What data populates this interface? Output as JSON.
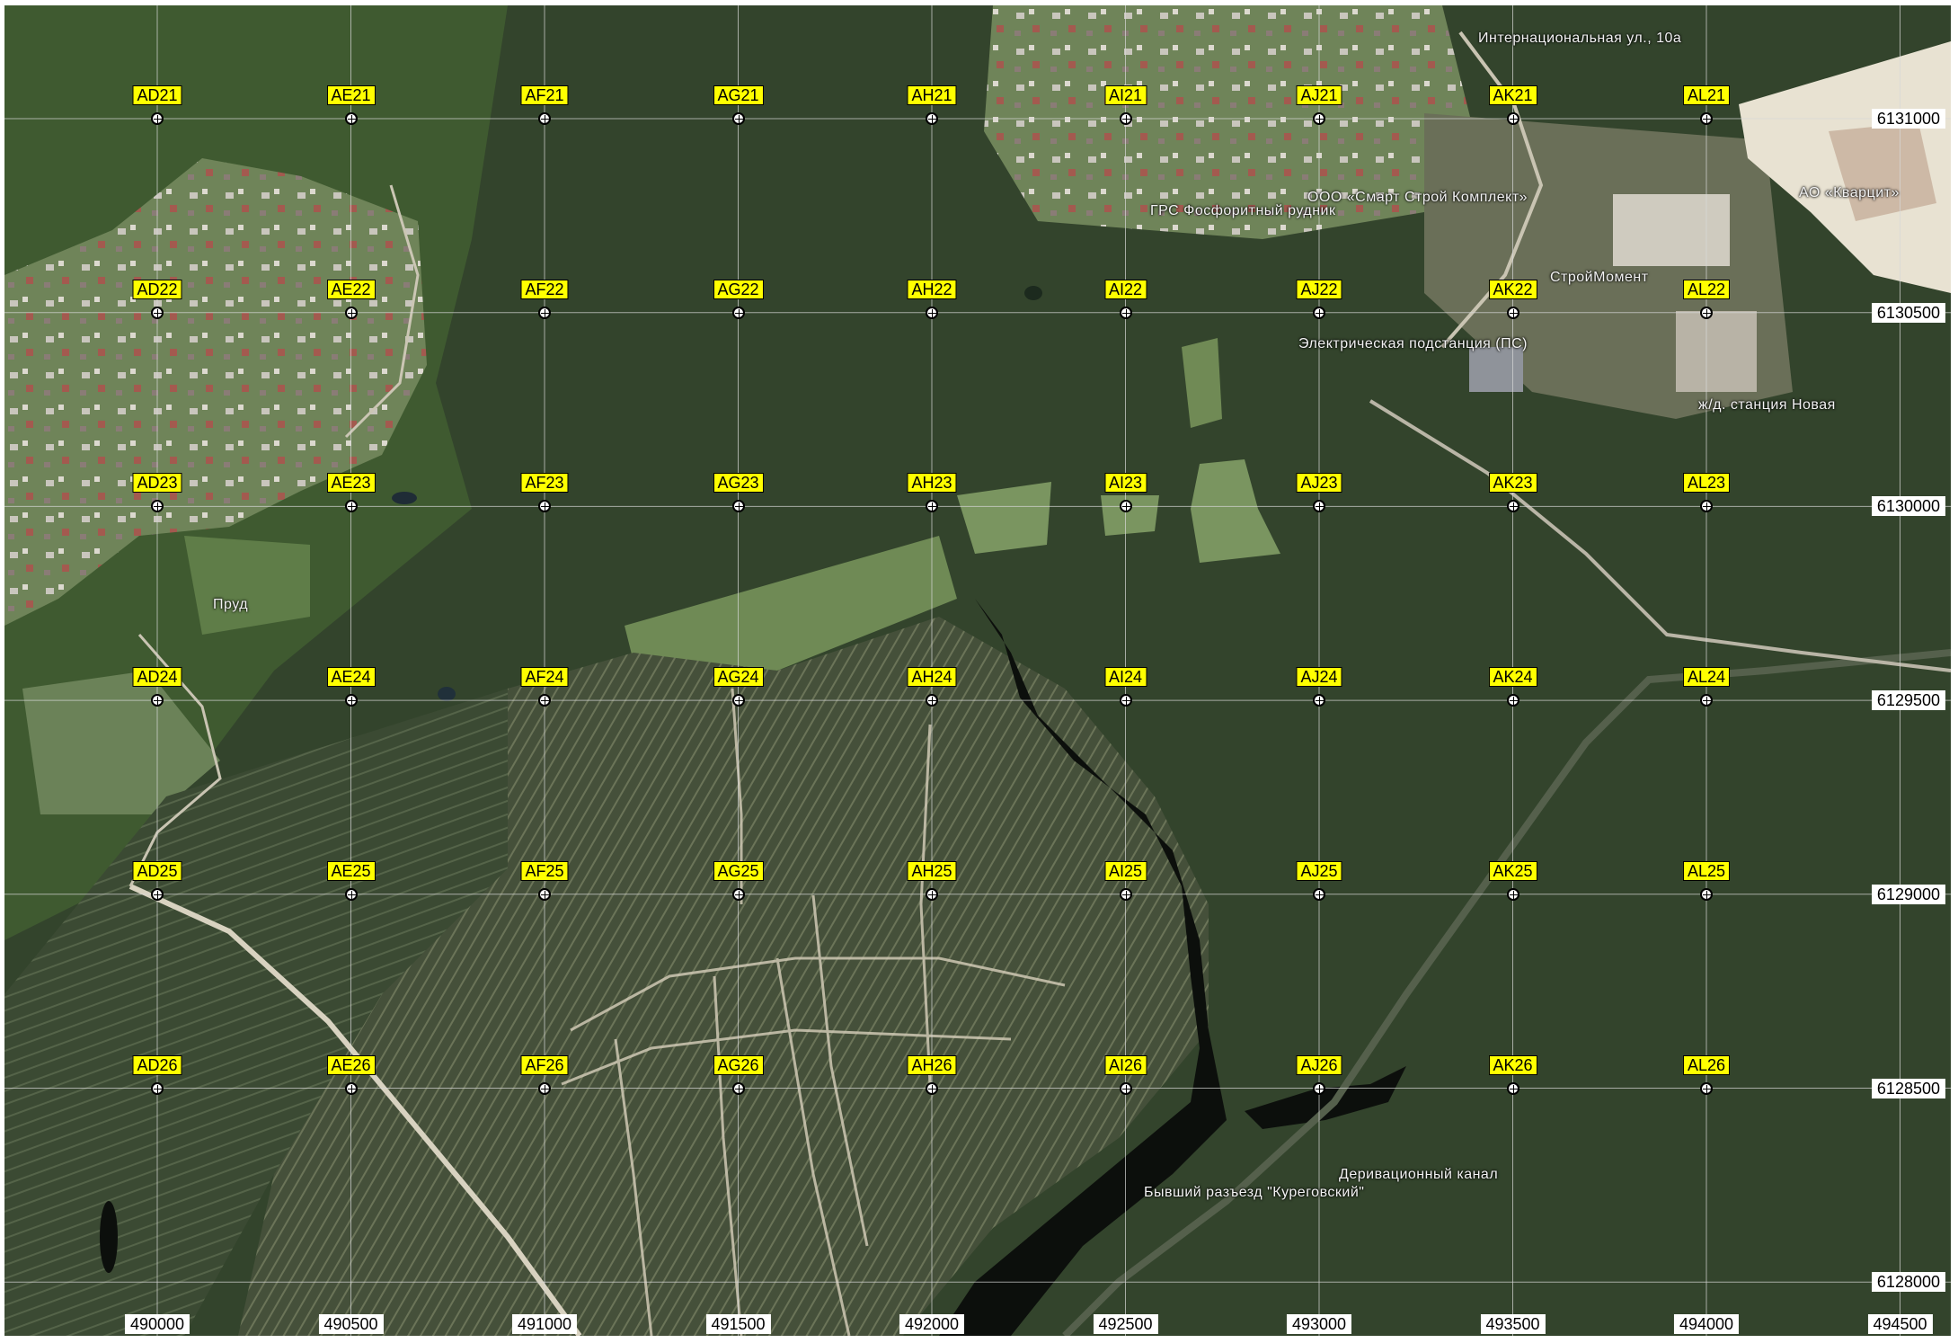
{
  "grid": {
    "columns": [
      "AD",
      "AE",
      "AF",
      "AG",
      "AH",
      "AI",
      "AJ",
      "AK",
      "AL"
    ],
    "rows": [
      "21",
      "22",
      "23",
      "24",
      "25",
      "26"
    ],
    "eastings": [
      "490000",
      "490500",
      "491000",
      "491500",
      "492000",
      "492500",
      "493000",
      "493500",
      "494000",
      "494500"
    ],
    "northings": [
      "6131000",
      "6130500",
      "6130000",
      "6129500",
      "6129000",
      "6128500",
      "6128000"
    ]
  },
  "places": [
    {
      "name": "Интернациональная ул., 10а"
    },
    {
      "name": "ООО «Смарт Строй Комплект»"
    },
    {
      "name": "ГРС Фосфоритный рудник"
    },
    {
      "name": "АО «Кварцит»"
    },
    {
      "name": "СтройМомент"
    },
    {
      "name": "Электрическая подстанция (ПС)"
    },
    {
      "name": "ж/д. станция Новая"
    },
    {
      "name": "Пруд"
    },
    {
      "name": "Деривационный канал"
    },
    {
      "name": "Бывший разъезд \"Куреговский\""
    }
  ],
  "colors": {
    "label_bg": "#ffff00",
    "forest_dark": "#2e3b27",
    "forest": "#3e5232",
    "meadow": "#6f8a55",
    "water": "#0c0f0c",
    "sand": "#e8e2d2",
    "road": "#d8d2c0"
  }
}
